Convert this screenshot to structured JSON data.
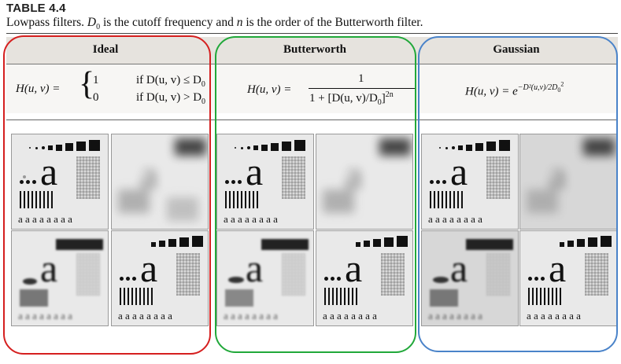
{
  "table": {
    "label": "TABLE 4.4",
    "caption_a": "Lowpass filters. ",
    "caption_b": "D",
    "caption_c": "0",
    "caption_d": " is the cutoff frequency and ",
    "caption_e": "n",
    "caption_f": " is the order of the Butterworth filter."
  },
  "columns": [
    {
      "name": "Ideal"
    },
    {
      "name": "Butterworth"
    },
    {
      "name": "Gaussian"
    }
  ],
  "formulas": {
    "ideal_lhs": "H(u, v) =",
    "ideal_case1_val": "1",
    "ideal_case1_cond": "if D(u, v) ≤ D",
    "ideal_case2_val": "0",
    "ideal_case2_cond": "if D(u, v) > D",
    "sub0": "0",
    "butter_lhs": "H(u, v) =",
    "butter_num": "1",
    "butter_den": "1 + [D(u, v)/D",
    "butter_den2": "]",
    "butter_exp": "2n",
    "gauss_lhs": "H(u, v) = e",
    "gauss_exp": "−D²(u,v)/2D",
    "gauss_exp_sub": "0",
    "gauss_exp_sup": "2"
  },
  "tile_text": {
    "big_a": "a",
    "small_a_row": "a a a a a a a a"
  },
  "colors": {
    "red_frame": "#d51f1f",
    "green_frame": "#21a83a",
    "blue_frame": "#4a83c9"
  }
}
